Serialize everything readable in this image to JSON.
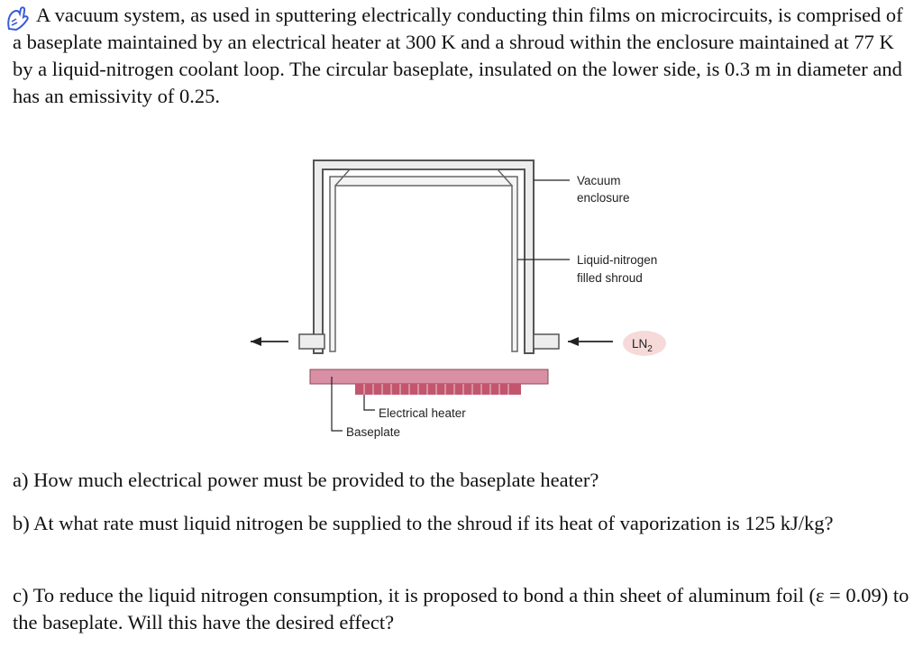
{
  "problem": {
    "intro": "A vacuum system, as used in sputtering electrically conducting thin films on microcircuits, is comprised of a baseplate maintained by an electrical heater at 300 K and a shroud within the enclosure maintained at 77 K by a liquid-nitrogen coolant loop. The circular baseplate, insulated on the lower side, is 0.3 m in diameter and has an emissivity of 0.25.",
    "question_a": "a) How much electrical power must be provided to the baseplate heater?",
    "question_b": "b) At what rate must liquid nitrogen be supplied to the shroud if its heat of vaporization is 125 kJ/kg?",
    "question_c": "c) To reduce the liquid nitrogen consumption, it is proposed to bond a thin sheet of aluminum foil (ε = 0.09) to the baseplate. Will this have the desired effect?"
  },
  "figure": {
    "labels": {
      "vacuum_line1": "Vacuum",
      "vacuum_line2": "enclosure",
      "shroud_line1": "Liquid-nitrogen",
      "shroud_line2": "filled shroud",
      "ln2": "LN",
      "ln2_sub": "2",
      "heater": "Electrical heater",
      "baseplate": "Baseplate"
    },
    "colors": {
      "baseplate": "#d98fa4",
      "heater": "#c2566e",
      "enclosure_stroke": "#555555",
      "enclosure_fill": "#ececec",
      "ln2_bubble": "#f6dada",
      "annotation_icon": "#3a5bd9"
    }
  }
}
